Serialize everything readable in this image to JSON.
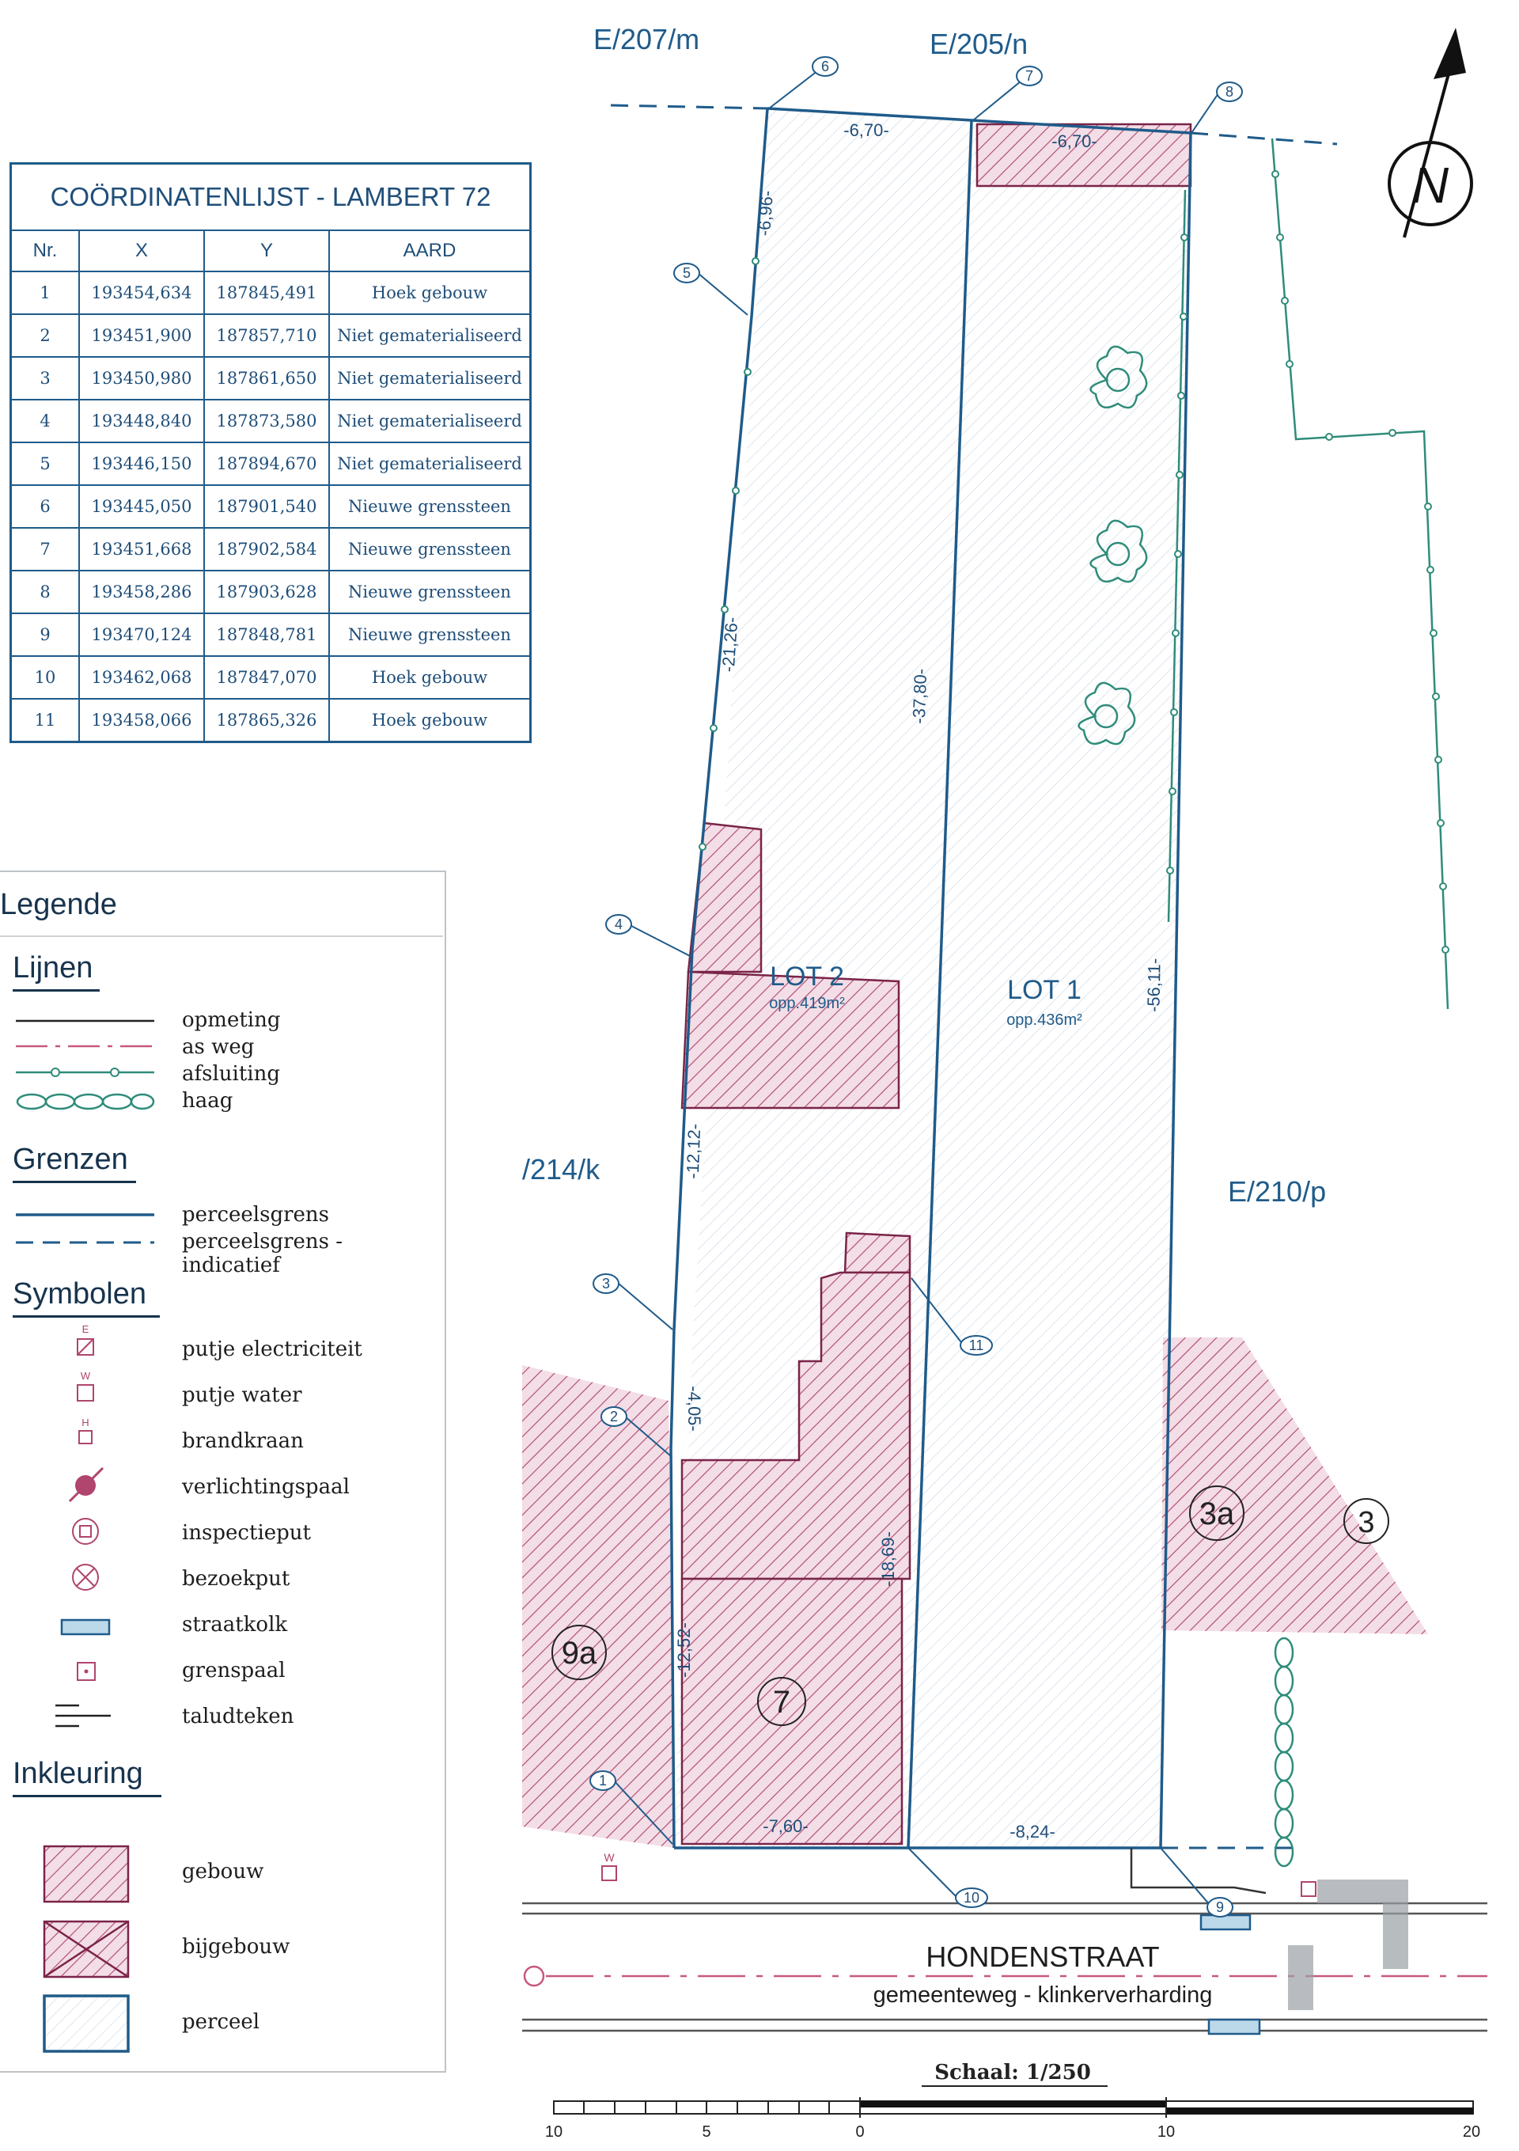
{
  "map_labels": {
    "parcel_e207m": "E/207/m",
    "parcel_e205n": "E/205/n",
    "parcel_214k": "/214/k",
    "parcel_e210p": "E/210/p",
    "lot1_name": "LOT 1",
    "lot1_area": "opp.436m²",
    "lot2_name": "LOT 2",
    "lot2_area": "opp.419m²",
    "house_9a": "9a",
    "house_7": "7",
    "house_3a": "3a",
    "house_3": "3",
    "street_name": "HONDENSTRAAT",
    "street_desc": "gemeenteweg - klinkerverharding",
    "north": "N",
    "scale_label": "Schaal: 1/250",
    "scale_ticks": [
      "10",
      "5",
      "0",
      "10",
      "20"
    ]
  },
  "dimensions": {
    "d_top_left": "-6,70-",
    "d_top_right": "-6,70-",
    "d_6_96": "-6,96-",
    "d_21_26": "-21,26-",
    "d_37_80": "-37,80-",
    "d_56_11": "-56,11-",
    "d_12_12": "-12,12-",
    "d_4_05": "-4,05-",
    "d_18_69": "-18,69-",
    "d_12_52": "-12,52-",
    "d_7_60": "-7,60-",
    "d_8_24": "-8,24-"
  },
  "points": [
    "6",
    "7",
    "8",
    "5",
    "4",
    "3",
    "2",
    "1",
    "11",
    "10",
    "9"
  ],
  "symbols_text": {
    "w": "W",
    "h": "H",
    "e": "E"
  },
  "coordinates": {
    "title": "COÖRDINATENLIJST - LAMBERT 72",
    "headers": [
      "Nr.",
      "X",
      "Y",
      "AARD"
    ],
    "rows": [
      [
        "1",
        "193454,634",
        "187845,491",
        "Hoek gebouw"
      ],
      [
        "2",
        "193451,900",
        "187857,710",
        "Niet gematerialiseerd"
      ],
      [
        "3",
        "193450,980",
        "187861,650",
        "Niet gematerialiseerd"
      ],
      [
        "4",
        "193448,840",
        "187873,580",
        "Niet gematerialiseerd"
      ],
      [
        "5",
        "193446,150",
        "187894,670",
        "Niet gematerialiseerd"
      ],
      [
        "6",
        "193445,050",
        "187901,540",
        "Nieuwe grenssteen"
      ],
      [
        "7",
        "193451,668",
        "187902,584",
        "Nieuwe grenssteen"
      ],
      [
        "8",
        "193458,286",
        "187903,628",
        "Nieuwe grenssteen"
      ],
      [
        "9",
        "193470,124",
        "187848,781",
        "Nieuwe grenssteen"
      ],
      [
        "10",
        "193462,068",
        "187847,070",
        "Hoek gebouw"
      ],
      [
        "11",
        "193458,066",
        "187865,326",
        "Hoek gebouw"
      ]
    ]
  },
  "legend": {
    "title": "Legende",
    "lines_title": "Lijnen",
    "lines": [
      "opmeting",
      "as weg",
      "afsluiting",
      "haag"
    ],
    "borders_title": "Grenzen",
    "borders": [
      "perceelsgrens",
      "perceelsgrens - indicatief"
    ],
    "symbols_title": "Symbolen",
    "symbols": [
      "putje electriciteit",
      "putje water",
      "brandkraan",
      "verlichtingspaal",
      "inspectieput",
      "bezoekput",
      "straatkolk",
      "grenspaal",
      "taludteken"
    ],
    "fill_title": "Inkleuring",
    "fills": [
      "gebouw",
      "bijgebouw",
      "perceel"
    ]
  },
  "colors": {
    "blue_line": "#1f5b8a",
    "text_blue": "#1f4e79",
    "building_hatch": "#b0456e",
    "building_fill": "#f3dde6",
    "parcel_hatch": "#b7c6d6",
    "fence": "#2f8c7a",
    "road_pink": "#c7587f"
  }
}
